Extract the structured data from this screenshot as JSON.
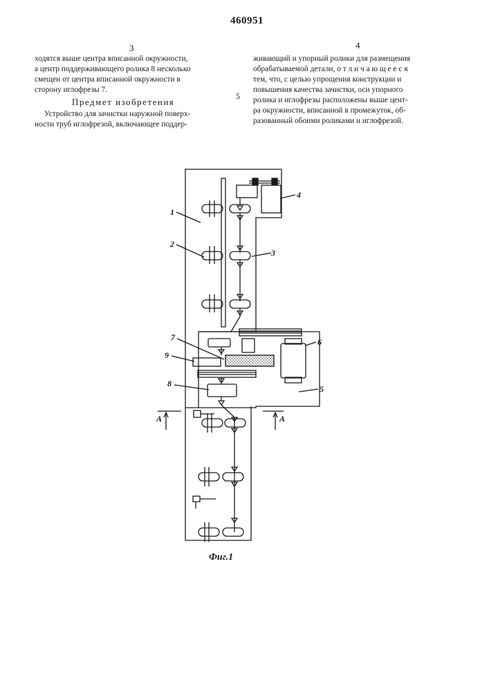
{
  "patent_number": "460951",
  "left_column": {
    "number": "3",
    "continuation_lines": [
      "ходятся выше центра вписанной окружности,",
      "а центр поддерживающего ролика 8 несколько",
      "смещен  от  центра вписанной окружности в",
      "сторону иглофрезы 7."
    ],
    "heading": "Предмет изобретения",
    "claim_lines": [
      "Устройство для зачистки наружной поверх-",
      "ности труб иглофрезой, включающее поддер-"
    ]
  },
  "right_column": {
    "number": "4",
    "line_marker": "5",
    "lines": [
      "живающий и упорный ролики для размещения",
      "обрабатываемой   детали,   о т л и ч а ю щ е е с я",
      "тем,  что,  с  целью  упрощения  конструкции  и",
      "повышения  качества  зачистки,  оси  упорного",
      "ролика и иглофрезы расположены выше цент-",
      "ра окружности, вписанной в промежуток, об-",
      "разованный обоими роликами и иглофрезой."
    ]
  },
  "figure": {
    "labels": {
      "l1": "1",
      "l2": "2",
      "l3": "3",
      "l4": "4",
      "l5": "5",
      "l6": "6",
      "l7": "7",
      "l8": "8",
      "l9": "9",
      "section_left": "A",
      "section_right": "A"
    },
    "caption": "Фиг.1"
  }
}
